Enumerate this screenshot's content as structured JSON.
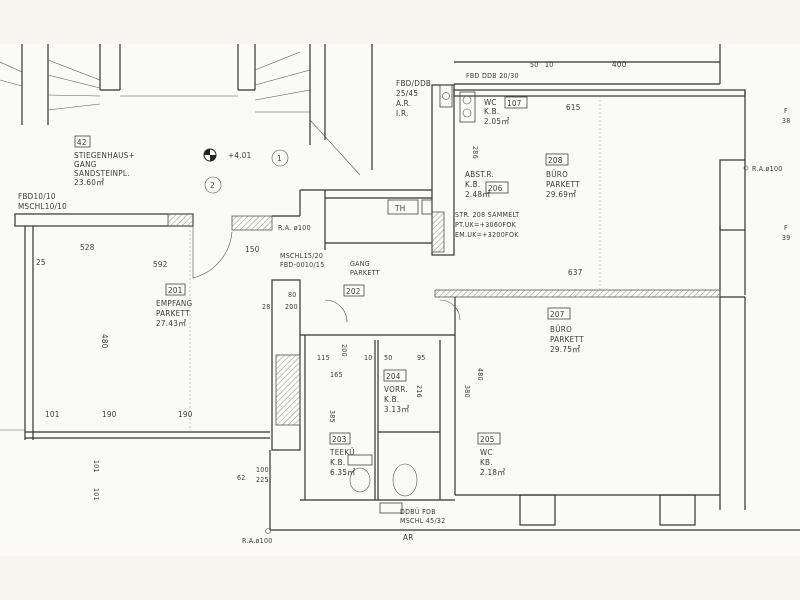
{
  "plan": {
    "stair": {
      "no": "42",
      "l1": "STIEGENHAUS+",
      "l2": "GANG",
      "l3": "SANDSTEINPL.",
      "area": "23.60㎡"
    },
    "level": "+4.01",
    "circle1": "1",
    "circle2": "2",
    "fbd_left": "FBD10/10",
    "mschl_left": "MSCHL10/10",
    "ra1": "R.A. ø100",
    "mschl_mid": "MSCHL15/20",
    "fbd_mid": "FBD-0010/15",
    "d528": "528",
    "d592": "592",
    "d150": "150",
    "d25": "25",
    "d480a": "480",
    "d101a": "101",
    "d190a": "190",
    "d190b": "190",
    "r201": {
      "no": "201",
      "name": "EMPFANG",
      "floor": "PARKETT",
      "area": "27.43㎡"
    },
    "fbd_ddb": {
      "l1": "FBD/DDB",
      "l2": "25/45",
      "l3": "A.R.",
      "l4": "I.R."
    },
    "fbd_top": "FBD DDB 20/30",
    "d50": "50",
    "d10": "10",
    "d400": "400",
    "r107": {
      "name": "WC",
      "no": "107",
      "floor": "K.B.",
      "area": "2.05㎡"
    },
    "d615": "615",
    "d286": "286",
    "r208": {
      "no": "208",
      "name": "BÜRO",
      "floor": "PARKETT",
      "area": "29.69㎡"
    },
    "r206": {
      "name": "ABST.R.",
      "floor": "K.B.",
      "no": "206",
      "area": "2.48㎡"
    },
    "th": "TH",
    "str": {
      "l1": "STR. 208 SAMMELT",
      "l2": "PT.UK=+3060FOK",
      "l3": "EM.UK=+3200FOK"
    },
    "f38": {
      "l1": "F",
      "l2": "38"
    },
    "ra_right": "R.A.ø100",
    "f39": {
      "l1": "F",
      "l2": "39"
    },
    "r202": {
      "name": "GANG",
      "floor": "PARKETT",
      "no": "202"
    },
    "d637": "637",
    "r207": {
      "no": "207",
      "name": "BÜRO",
      "floor": "PARKETT",
      "area": "29.75㎡"
    },
    "d80": "80",
    "d200": "200",
    "d28": "28",
    "r204": {
      "no": "204",
      "name": "VORR.",
      "floor": "K.B.",
      "area": "3.13㎡"
    },
    "d115": "115",
    "d200b": "200",
    "d10b": "10",
    "d50b": "50",
    "d95": "95",
    "d165": "165",
    "d385": "385",
    "d216": "216",
    "r203": {
      "no": "203",
      "name": "TEEKÜ",
      "floor": "K.B.",
      "area": "6.35㎡"
    },
    "r205": {
      "no": "205",
      "name": "WC",
      "floor": "KB.",
      "area": "2.18㎡"
    },
    "d380": "380",
    "d480b": "480",
    "d100": "100",
    "d225": "225",
    "d62": "62",
    "d101b": "101",
    "d101c": "101",
    "ddb_bottom": {
      "l1": "DDBÜ FDB",
      "l2": "MSCHL 45/32"
    },
    "ra_bottom": "R.A.ø100",
    "ar": "AR"
  }
}
